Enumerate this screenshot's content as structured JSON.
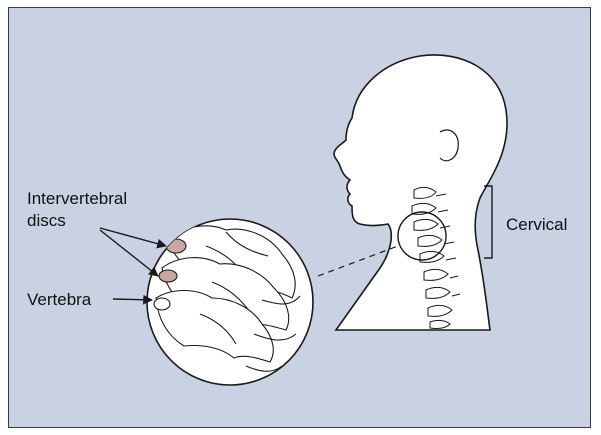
{
  "labels": {
    "intervertebral_line1": "Intervertebral",
    "intervertebral_line2": "discs",
    "vertebra": "Vertebra",
    "cervical": "Cervical"
  },
  "colors": {
    "background": "#c9d2e2",
    "figure_fill": "#ffffff",
    "line": "#1a1a1a",
    "disc_accent": "#c9a8a0"
  }
}
